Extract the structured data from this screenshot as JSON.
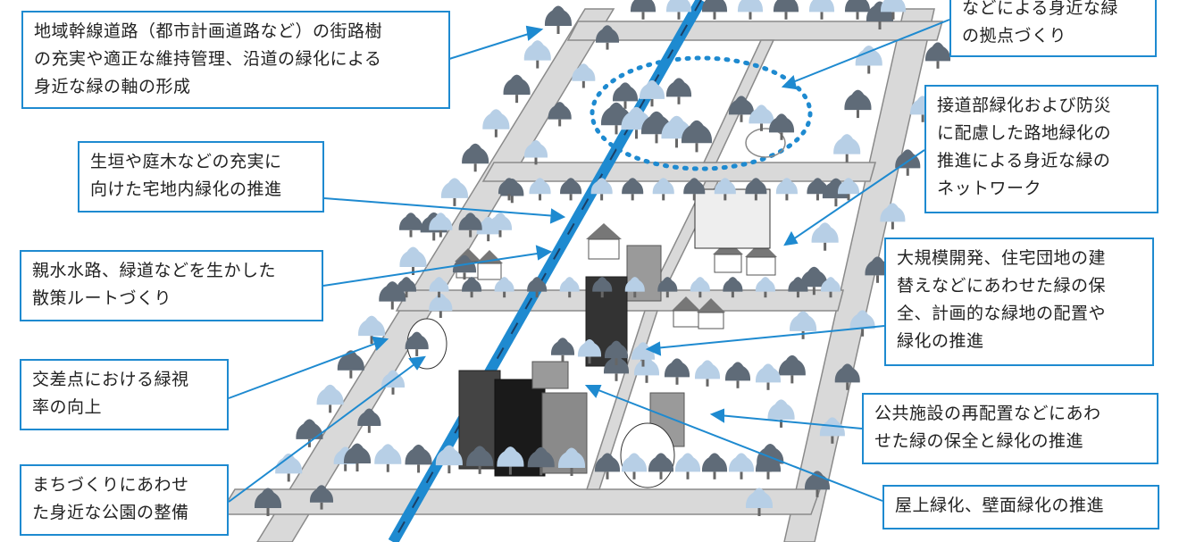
{
  "callouts": {
    "arterial_road": {
      "lines": [
        "地域幹線道路（都市計画道路など）の街路樹",
        "の充実や適正な維持管理、沿道の緑化による",
        "身近な緑の軸の形成"
      ]
    },
    "green_hub": {
      "lines": [
        "などによる身近な緑",
        "の拠点づくり"
      ]
    },
    "hedge_greening": {
      "lines": [
        "生垣や庭木などの充実に",
        "向けた宅地内緑化の推進"
      ]
    },
    "alley_network": {
      "lines": [
        "接道部緑化および防災",
        "に配慮した路地緑化の",
        "推進による身近な緑の",
        "ネットワーク"
      ]
    },
    "waterway_walk": {
      "lines": [
        "親水水路、緑道などを生かした",
        "散策ルートづくり"
      ]
    },
    "large_development": {
      "lines": [
        "大規模開発、住宅団地の建",
        "替えなどにあわせた緑の保",
        "全、計画的な緑地の配置や",
        "緑化の推進"
      ]
    },
    "intersection_view": {
      "lines": [
        "交差点における緑視",
        "率の向上"
      ]
    },
    "public_facilities": {
      "lines": [
        "公共施設の再配置などにあわ",
        "せた緑の保全と緑化の推進"
      ]
    },
    "neighborhood_park": {
      "lines": [
        "まちづくりにあわせ",
        "た身近な公園の整備"
      ]
    },
    "rooftop_wall": {
      "lines": [
        "屋上緑化、壁面緑化の推進"
      ]
    }
  },
  "colors": {
    "accent_blue": "#1e8ad0",
    "road_gray": "#d9d9d9",
    "tree_dark": "#5f6b78",
    "tree_light": "#b7cfe6",
    "building_dark": "#333333"
  }
}
